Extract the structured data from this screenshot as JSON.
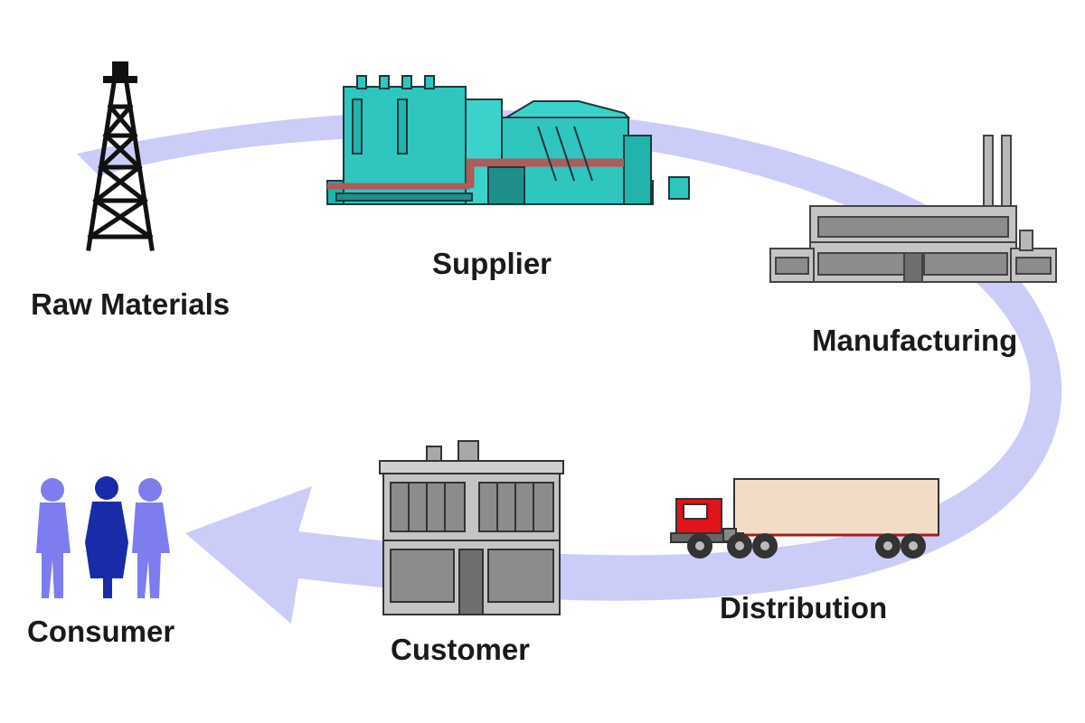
{
  "labels": {
    "raw_materials": "Raw Materials",
    "supplier": "Supplier",
    "manufacturing": "Manufacturing",
    "distribution": "Distribution",
    "customer": "Customer",
    "consumer": "Consumer"
  },
  "colors": {
    "flow_arrow": "#ccccf8",
    "supplier_plant": "#2fc6c0",
    "supplier_pipe": "#b05a5a",
    "building_gray": "#b8b8b8",
    "truck_cab": "#e0141a",
    "truck_trailer": "#f2dcc8",
    "consumer_light": "#7d7df0",
    "consumer_dark": "#1a2ba8"
  },
  "icons": [
    "oil-derrick-icon",
    "supplier-plant-icon",
    "factory-icon",
    "truck-icon",
    "store-building-icon",
    "people-group-icon"
  ]
}
